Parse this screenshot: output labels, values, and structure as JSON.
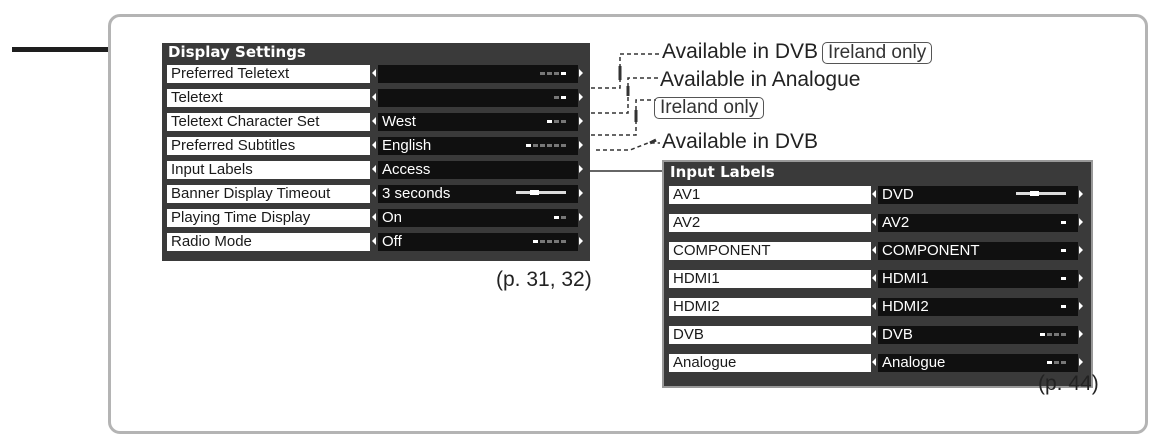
{
  "display_settings": {
    "title": "Display Settings",
    "rows": [
      {
        "label": "Preferred Teletext",
        "value": ""
      },
      {
        "label": "Teletext",
        "value": ""
      },
      {
        "label": "Teletext Character Set",
        "value": "West"
      },
      {
        "label": "Preferred Subtitles",
        "value": "English"
      },
      {
        "label": "Input Labels",
        "value": "Access"
      },
      {
        "label": "Banner Display Timeout",
        "value": "3 seconds"
      },
      {
        "label": "Playing Time Display",
        "value": "On"
      },
      {
        "label": "Radio Mode",
        "value": "Off"
      }
    ],
    "page_ref": "(p. 31, 32)"
  },
  "notes": {
    "dvb_prefix": "Available in DVB",
    "ireland_only": "Ireland only",
    "analogue": "Available in Analogue",
    "ireland_only_2": "Ireland only",
    "dvb": "Available in DVB"
  },
  "input_labels": {
    "title": "Input Labels",
    "rows": [
      {
        "label": "AV1",
        "value": "DVD"
      },
      {
        "label": "AV2",
        "value": "AV2"
      },
      {
        "label": "COMPONENT",
        "value": "COMPONENT"
      },
      {
        "label": "HDMI1",
        "value": "HDMI1"
      },
      {
        "label": "HDMI2",
        "value": "HDMI2"
      },
      {
        "label": "DVB",
        "value": "DVB"
      },
      {
        "label": "Analogue",
        "value": "Analogue"
      }
    ],
    "page_ref": "(p. 44)"
  }
}
